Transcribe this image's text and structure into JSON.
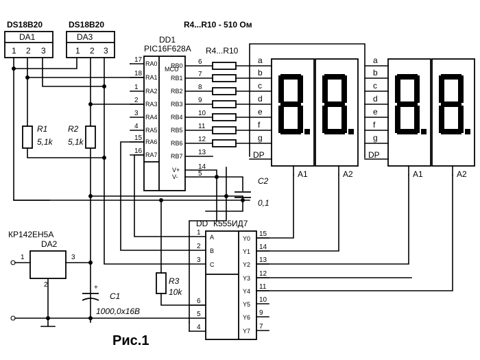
{
  "diagram": {
    "figure_caption": "Рис.1",
    "header_note": "R4...R10 - 510 Ом",
    "sensor_left": {
      "type": "DS18B20",
      "ref": "DA1",
      "pins": [
        "1",
        "2",
        "3"
      ]
    },
    "sensor_right": {
      "type": "DS18B20",
      "ref": "DA3",
      "pins": [
        "1",
        "2",
        "3"
      ]
    },
    "mcu": {
      "ref": "DD1",
      "type": "PIC16F628A",
      "core_label": "MCU",
      "left_pins": [
        {
          "num": "17",
          "name": "RA0"
        },
        {
          "num": "18",
          "name": "RA1"
        },
        {
          "num": "1",
          "name": "RA2"
        },
        {
          "num": "2",
          "name": "RA3"
        },
        {
          "num": "3",
          "name": "RA4"
        },
        {
          "num": "4",
          "name": "RA5"
        },
        {
          "num": "15",
          "name": "RA6"
        },
        {
          "num": "16",
          "name": "RA7"
        }
      ],
      "right_pins": [
        {
          "num": "6",
          "name": "RB0"
        },
        {
          "num": "7",
          "name": "RB1"
        },
        {
          "num": "8",
          "name": "RB2"
        },
        {
          "num": "9",
          "name": "RB3"
        },
        {
          "num": "10",
          "name": "RB4"
        },
        {
          "num": "11",
          "name": "RB5"
        },
        {
          "num": "12",
          "name": "RB6"
        },
        {
          "num": "13",
          "name": "RB7"
        }
      ],
      "power_pins": [
        {
          "num": "14",
          "name": "V+"
        },
        {
          "num": "5",
          "name": "V-"
        }
      ]
    },
    "resistor_bank_label": "R4...R10",
    "segments": [
      "a",
      "b",
      "c",
      "d",
      "e",
      "f",
      "g"
    ],
    "dp_label": "DP",
    "anodes": [
      "A1",
      "A2",
      "A1",
      "A2"
    ],
    "r1": {
      "ref": "R1",
      "value": "5,1k"
    },
    "r2": {
      "ref": "R2",
      "value": "5,1k"
    },
    "r3": {
      "ref": "R3",
      "value": "10k"
    },
    "c1": {
      "ref": "C1",
      "value": "1000,0x16B",
      "plus": "+"
    },
    "c2": {
      "ref": "C2",
      "value": "0,1"
    },
    "regulator": {
      "type": "КР142ЕН5А",
      "ref": "DA2",
      "pins": [
        "1",
        "2",
        "3"
      ]
    },
    "decoder": {
      "ref_prefix": "DD",
      "type": "К555ИД7",
      "inputs": [
        {
          "num": "1",
          "name": "A"
        },
        {
          "num": "2",
          "name": "B"
        },
        {
          "num": "3",
          "name": "C"
        }
      ],
      "extra_inputs": [
        "6",
        "5",
        "4"
      ],
      "outputs": [
        {
          "num": "15",
          "name": "Y0"
        },
        {
          "num": "14",
          "name": "Y1"
        },
        {
          "num": "13",
          "name": "Y2"
        },
        {
          "num": "12",
          "name": "Y3"
        },
        {
          "num": "11",
          "name": "Y4"
        },
        {
          "num": "10",
          "name": "Y5"
        },
        {
          "num": "9",
          "name": "Y6"
        },
        {
          "num": "7",
          "name": "Y7"
        }
      ]
    }
  }
}
